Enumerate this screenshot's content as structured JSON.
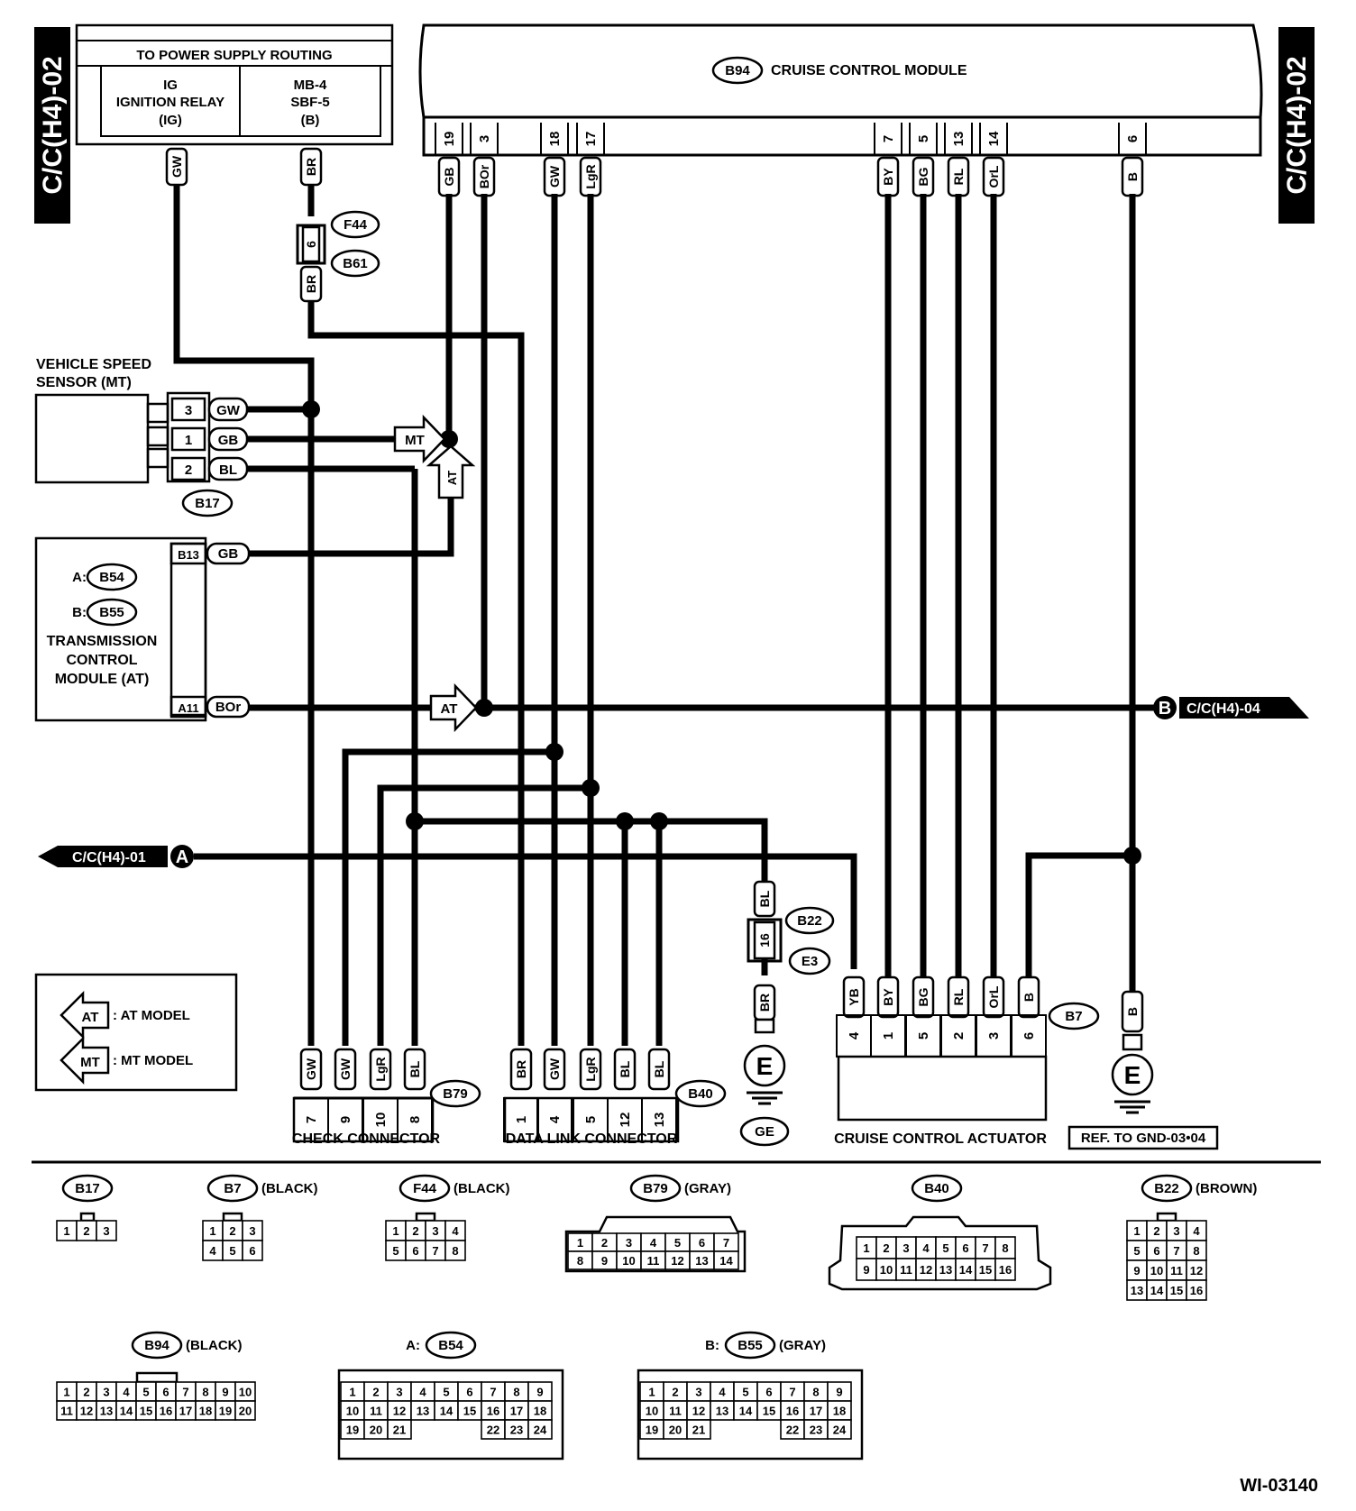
{
  "page": {
    "side_label_left": "C/C(H4)-02",
    "side_label_right": "C/C(H4)-02",
    "doc_id": "WI-03140"
  },
  "power_supply": {
    "title": "TO POWER SUPPLY ROUTING",
    "left_cell": [
      "IG",
      "IGNITION RELAY",
      "(IG)"
    ],
    "right_cell": [
      "MB-4",
      "SBF-5",
      "(B)"
    ]
  },
  "module": {
    "connector": "B94",
    "name": "CRUISE CONTROL MODULE",
    "pins": [
      {
        "pin": "19",
        "color": "GB"
      },
      {
        "pin": "3",
        "color": "BOr"
      },
      {
        "pin": "18",
        "color": "GW"
      },
      {
        "pin": "17",
        "color": "LgR"
      },
      {
        "pin": "7",
        "color": "BY"
      },
      {
        "pin": "5",
        "color": "BG"
      },
      {
        "pin": "13",
        "color": "RL"
      },
      {
        "pin": "14",
        "color": "OrL"
      },
      {
        "pin": "6",
        "color": "B"
      }
    ]
  },
  "left_wires": {
    "gw": "GW",
    "br_top": "BR",
    "br_bottom": "BR",
    "fuse_pin": "6",
    "f44": "F44",
    "b61": "B61"
  },
  "vss": {
    "label": [
      "VEHICLE SPEED",
      "SENSOR (MT)"
    ],
    "connector": "B17",
    "pins": [
      {
        "pin": "3",
        "color": "GW"
      },
      {
        "pin": "1",
        "color": "GB"
      },
      {
        "pin": "2",
        "color": "BL"
      }
    ]
  },
  "tcm": {
    "a_prefix": "A:",
    "a_conn": "B54",
    "b_prefix": "B:",
    "b_conn": "B55",
    "label": [
      "TRANSMISSION",
      "CONTROL",
      "MODULE (AT)"
    ],
    "pins": [
      {
        "pin": "B13",
        "color": "GB"
      },
      {
        "pin": "A11",
        "color": "BOr"
      }
    ]
  },
  "arrows": {
    "mt": "MT",
    "at": "AT"
  },
  "ref_b": {
    "letter": "B",
    "text": "C/C(H4)-04"
  },
  "ref_a": {
    "letter": "A",
    "text": "C/C(H4)-01"
  },
  "legend": {
    "at_tag": "AT",
    "at_text": ": AT MODEL",
    "mt_tag": "MT",
    "mt_text": ": MT MODEL"
  },
  "check_connector": {
    "name": "CHECK CONNECTOR",
    "connector": "B79",
    "wires": [
      {
        "color": "GW",
        "pin": "7"
      },
      {
        "color": "GW",
        "pin": "9"
      },
      {
        "color": "LgR",
        "pin": "10"
      },
      {
        "color": "BL",
        "pin": "8"
      }
    ]
  },
  "data_link": {
    "name": "DATA LINK CONNECTOR",
    "connector": "B40",
    "wires": [
      {
        "color": "BR",
        "pin": "1"
      },
      {
        "color": "GW",
        "pin": "4"
      },
      {
        "color": "LgR",
        "pin": "5"
      },
      {
        "color": "BL",
        "pin": "12"
      },
      {
        "color": "BL",
        "pin": "13"
      }
    ]
  },
  "ground_b22": {
    "top_color": "BL",
    "pin": "16",
    "bottom_color": "BR",
    "b22": "B22",
    "e3": "E3",
    "e": "E",
    "ge": "GE"
  },
  "actuator": {
    "name": "CRUISE CONTROL ACTUATOR",
    "connector": "B7",
    "wires": [
      {
        "color": "YB",
        "pin": "4"
      },
      {
        "color": "BY",
        "pin": "1"
      },
      {
        "color": "BG",
        "pin": "5"
      },
      {
        "color": "RL",
        "pin": "2"
      },
      {
        "color": "OrL",
        "pin": "3"
      },
      {
        "color": "B",
        "pin": "6"
      }
    ]
  },
  "ground_right": {
    "color": "B",
    "e": "E",
    "ref": "REF. TO GND-03•04"
  },
  "connector_views": {
    "b17": {
      "name": "B17",
      "rows": [
        [
          "1",
          "2",
          "3"
        ]
      ]
    },
    "b7": {
      "name": "B7",
      "color": "(BLACK)",
      "rows": [
        [
          "1",
          "2",
          "3"
        ],
        [
          "4",
          "5",
          "6"
        ]
      ]
    },
    "f44": {
      "name": "F44",
      "color": "(BLACK)",
      "rows": [
        [
          "1",
          "2",
          "3",
          "4"
        ],
        [
          "5",
          "6",
          "7",
          "8"
        ]
      ]
    },
    "b79": {
      "name": "B79",
      "color": "(GRAY)",
      "rows": [
        [
          "1",
          "2",
          "3",
          "4",
          "5",
          "6",
          "7"
        ],
        [
          "8",
          "9",
          "10",
          "11",
          "12",
          "13",
          "14"
        ]
      ]
    },
    "b40": {
      "name": "B40",
      "rows": [
        [
          "1",
          "2",
          "3",
          "4",
          "5",
          "6",
          "7",
          "8"
        ],
        [
          "9",
          "10",
          "11",
          "12",
          "13",
          "14",
          "15",
          "16"
        ]
      ]
    },
    "b22": {
      "name": "B22",
      "color": "(BROWN)",
      "rows": [
        [
          "1",
          "2",
          "3",
          "4"
        ],
        [
          "5",
          "6",
          "7",
          "8"
        ],
        [
          "9",
          "10",
          "11",
          "12"
        ],
        [
          "13",
          "14",
          "15",
          "16"
        ]
      ]
    },
    "b94": {
      "name": "B94",
      "color": "(BLACK)",
      "rows": [
        [
          "1",
          "2",
          "3",
          "4",
          "5",
          "6",
          "7",
          "8",
          "9",
          "10"
        ],
        [
          "11",
          "12",
          "13",
          "14",
          "15",
          "16",
          "17",
          "18",
          "19",
          "20"
        ]
      ]
    },
    "b54": {
      "prefix": "A:",
      "name": "B54",
      "rows": [
        [
          "1",
          "2",
          "3",
          "4",
          "5",
          "6",
          "7",
          "8",
          "9"
        ],
        [
          "10",
          "11",
          "12",
          "13",
          "14",
          "15",
          "16",
          "17",
          "18"
        ],
        [
          "19",
          "20",
          "21",
          "22",
          "23",
          "24"
        ]
      ]
    },
    "b55": {
      "prefix": "B:",
      "name": "B55",
      "color": "(GRAY)",
      "rows": [
        [
          "1",
          "2",
          "3",
          "4",
          "5",
          "6",
          "7",
          "8",
          "9"
        ],
        [
          "10",
          "11",
          "12",
          "13",
          "14",
          "15",
          "16",
          "17",
          "18"
        ],
        [
          "19",
          "20",
          "21",
          "22",
          "23",
          "24"
        ]
      ]
    }
  }
}
